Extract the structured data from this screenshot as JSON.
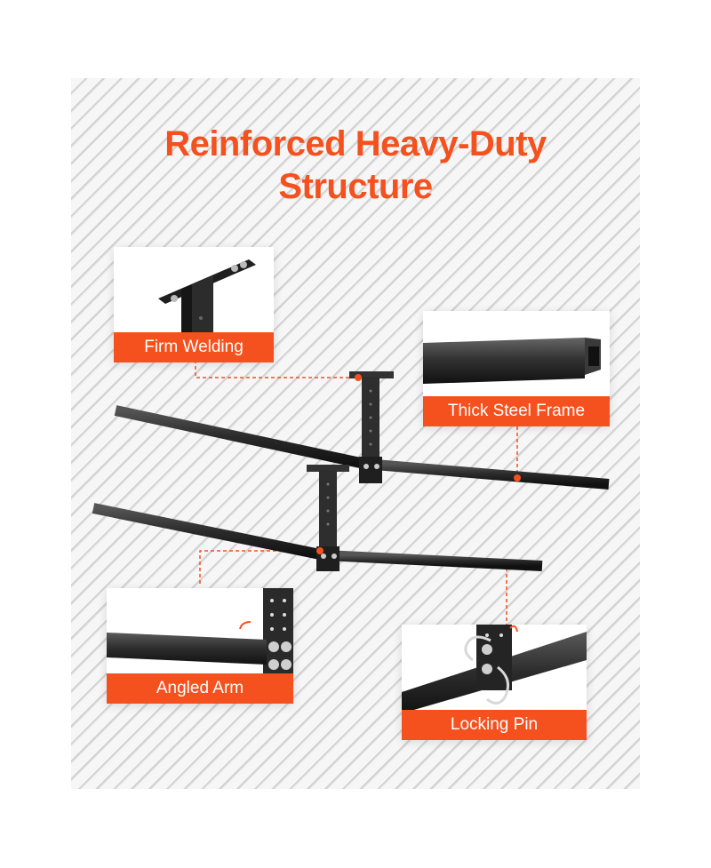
{
  "headline": {
    "line1": "Reinforced Heavy-Duty",
    "line2": "Structure"
  },
  "callouts": [
    {
      "label": "Firm Welding"
    },
    {
      "label": "Thick Steel Frame"
    },
    {
      "label": "Angled Arm"
    },
    {
      "label": "Locking Pin"
    }
  ],
  "colors": {
    "accent": "#f4511e",
    "steel": "#2b2b2b",
    "background": "#f3f3f3"
  }
}
